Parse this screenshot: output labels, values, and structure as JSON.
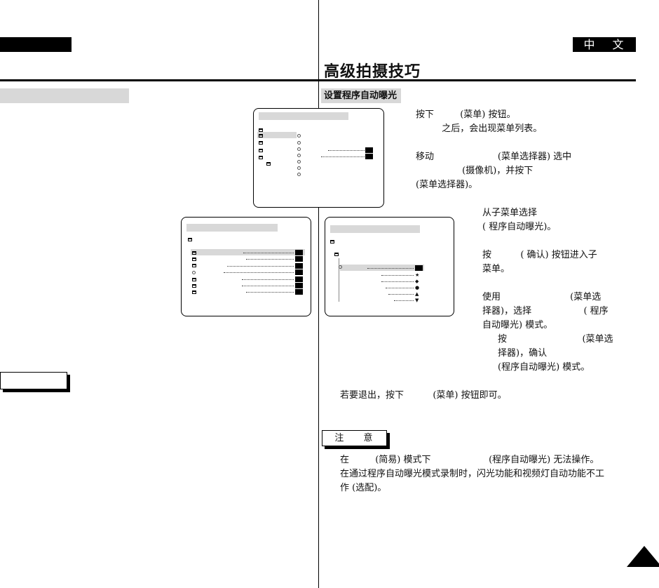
{
  "header": {
    "language_badge": "中 文",
    "page_title": "高级拍摄技巧"
  },
  "section": {
    "heading": "设置程序自动曝光"
  },
  "steps": {
    "step1": "按下         (菜单) 按钮。\n         之后，会出现菜单列表。",
    "step2": "移动                      (菜单选择器) 选中\n                (摄像机)，并按下\n(菜单选择器)。",
    "step3": "从子菜单选择\n( 程序自动曝光)。",
    "step4": "按          ( 确认) 按钮进入子\n菜单。",
    "step5a": "使用                        (菜单选\n择器)，选择                  ( 程序\n自动曝光) 模式。",
    "step5b": "按                          (菜单选\n择器)，确认\n(程序自动曝光) 模式。",
    "step6": "若要退出，按下          (菜单) 按钮即可。"
  },
  "note": {
    "label": "注 意",
    "text": "在         (简易) 模式下                    (程序自动曝光) 无法操作。\n在通过程序自动曝光模式录制时，闪光功能和视频灯自动功能不工\n作 (选配)。"
  }
}
